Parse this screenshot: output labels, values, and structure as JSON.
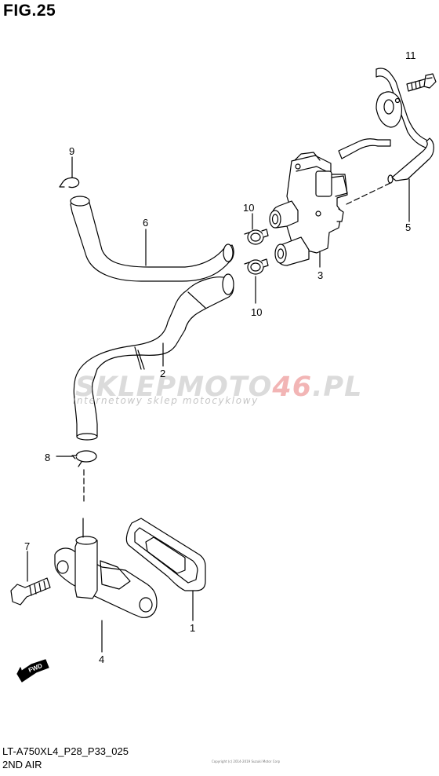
{
  "figure": {
    "title": "FIG.25"
  },
  "footer": {
    "code": "LT-A750XL4_P28_P33_025",
    "name": "2ND AIR"
  },
  "copyright": "Copyright (c) 2014-2019 Suzuki Motor Corp",
  "watermark": {
    "brand_main": "SKLEPMOTO",
    "brand_accent": "46",
    "brand_suffix": ".PL",
    "tagline": "internetowy sklep motocyklowy"
  },
  "callouts": [
    "1",
    "2",
    "3",
    "4",
    "5",
    "6",
    "7",
    "8",
    "9",
    "10",
    "10",
    "11"
  ],
  "fwd_label": "FWD",
  "colors": {
    "line": "#000000",
    "watermark_red": "#dc3c3c"
  }
}
